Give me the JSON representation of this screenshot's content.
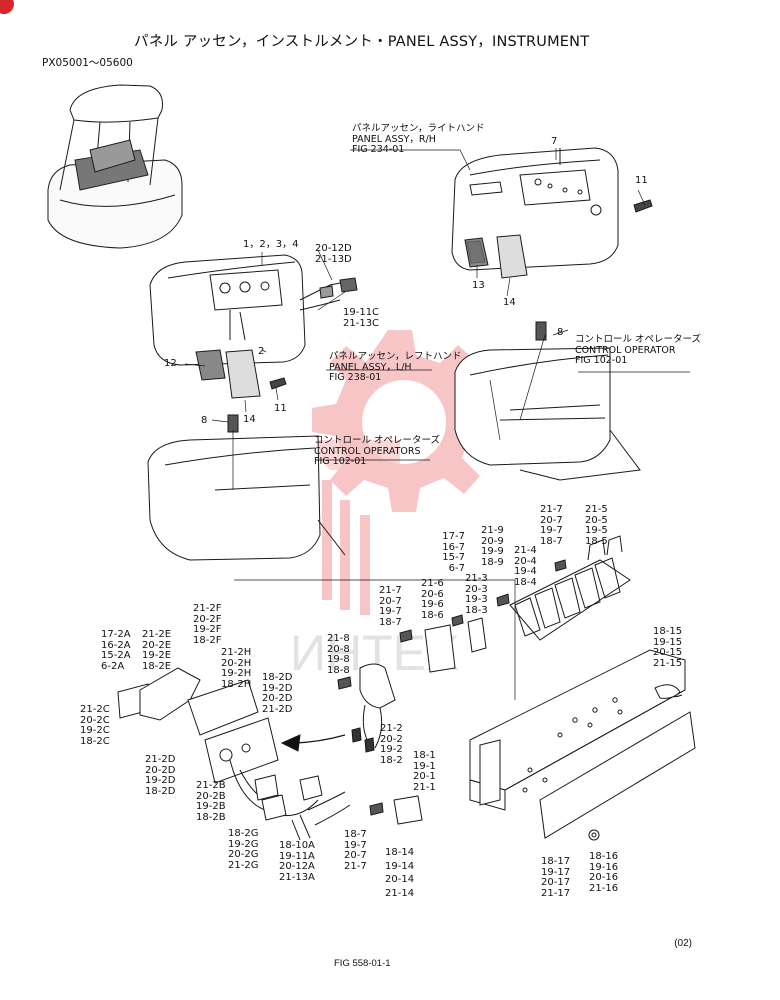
{
  "title": "パネル アッセン，インストルメント・PANEL ASSY，INSTRUMENT",
  "serial": "PX05001～05600",
  "watermark": "ИНТЕХ",
  "colors": {
    "watermark": "#e8333a",
    "line": "#1a1a1a",
    "corner_badge": "#d9262b"
  },
  "callouts": {
    "panel_rh": {
      "jp": "パネルアッセン，ライトハンド",
      "en": "PANEL ASSY，R/H",
      "fig": "FIG 234-01"
    },
    "panel_lh": {
      "jp": "パネルアッセン，レフトハンド",
      "en": "PANEL ASSY，L/H",
      "fig": "FIG 238-01"
    },
    "control_right": {
      "jp": "コントロール オペレーターズ",
      "en": "CONTROL OPERATOR",
      "fig": "FIG 102-01"
    },
    "control_left": {
      "jp": "コントロール オペレーターズ",
      "en": "CONTROL OPERATORS",
      "fig": "FIG 102-01"
    }
  },
  "labels": {
    "l7": "7",
    "l11a": "11",
    "l13": "13",
    "l14a": "14",
    "l1234": "1，2，3，4",
    "l2012d": "20-12D",
    "l2113d": "21-13D",
    "l1911c": "19-11C",
    "l2113c": "21-13C",
    "l8a": "8",
    "l12": "12",
    "l2": "2",
    "l11b": "11",
    "l14b": "14",
    "l8b": "8"
  },
  "groups": {
    "g7": [
      "17-7",
      "16-7",
      "15-7",
      "6-7"
    ],
    "g9": [
      "21-9",
      "20-9",
      "19-9",
      "18-9"
    ],
    "g7b": [
      "21-7",
      "20-7",
      "19-7",
      "18-7"
    ],
    "g5": [
      "21-5",
      "20-5",
      "19-5",
      "18-5"
    ],
    "g4": [
      "21-4",
      "20-4",
      "19-4",
      "18-4"
    ],
    "g6": [
      "21-6",
      "20-6",
      "19-6",
      "18-6"
    ],
    "g3": [
      "21-3",
      "20-3",
      "19-3",
      "18-3"
    ],
    "g7c": [
      "21-7",
      "20-7",
      "19-7",
      "18-7"
    ],
    "g8": [
      "21-8",
      "20-8",
      "19-8",
      "18-8"
    ],
    "g2f": [
      "21-2F",
      "20-2F",
      "19-2F",
      "18-2F"
    ],
    "g2a": [
      "17-2A",
      "16-2A",
      "15-2A",
      "6-2A"
    ],
    "g2e": [
      "21-2E",
      "20-2E",
      "19-2E",
      "18-2E"
    ],
    "g2h": [
      "21-2H",
      "20-2H",
      "19-2H",
      "18-2H"
    ],
    "g2d1": [
      "18-2D",
      "19-2D",
      "20-2D",
      "21-2D"
    ],
    "g2c": [
      "21-2C",
      "20-2C",
      "19-2C",
      "18-2C"
    ],
    "g2": [
      "21-2",
      "20-2",
      "19-2",
      "18-2"
    ],
    "g1": [
      "18-1",
      "19-1",
      "20-1",
      "21-1"
    ],
    "g15": [
      "18-15",
      "19-15",
      "20-15",
      "21-15"
    ],
    "g2d2": [
      "21-2D",
      "20-2D",
      "19-2D",
      "18-2D"
    ],
    "g2b": [
      "21-2B",
      "20-2B",
      "19-2B",
      "18-2B"
    ],
    "g2g": [
      "18-2G",
      "19-2G",
      "20-2G",
      "21-2G"
    ],
    "g10a": [
      "18-10A",
      "19-11A",
      "20-12A",
      "21-13A"
    ],
    "g7d": [
      "18-7",
      "19-7",
      "20-7",
      "21-7"
    ],
    "g14": [
      "18-14",
      "19-14",
      "20-14",
      "21-14"
    ],
    "g17": [
      "18-17",
      "19-17",
      "20-17",
      "21-17"
    ],
    "g16": [
      "18-16",
      "19-16",
      "20-16",
      "21-16"
    ]
  },
  "revision": "(02)",
  "figure_number": "FIG 558-01-1"
}
